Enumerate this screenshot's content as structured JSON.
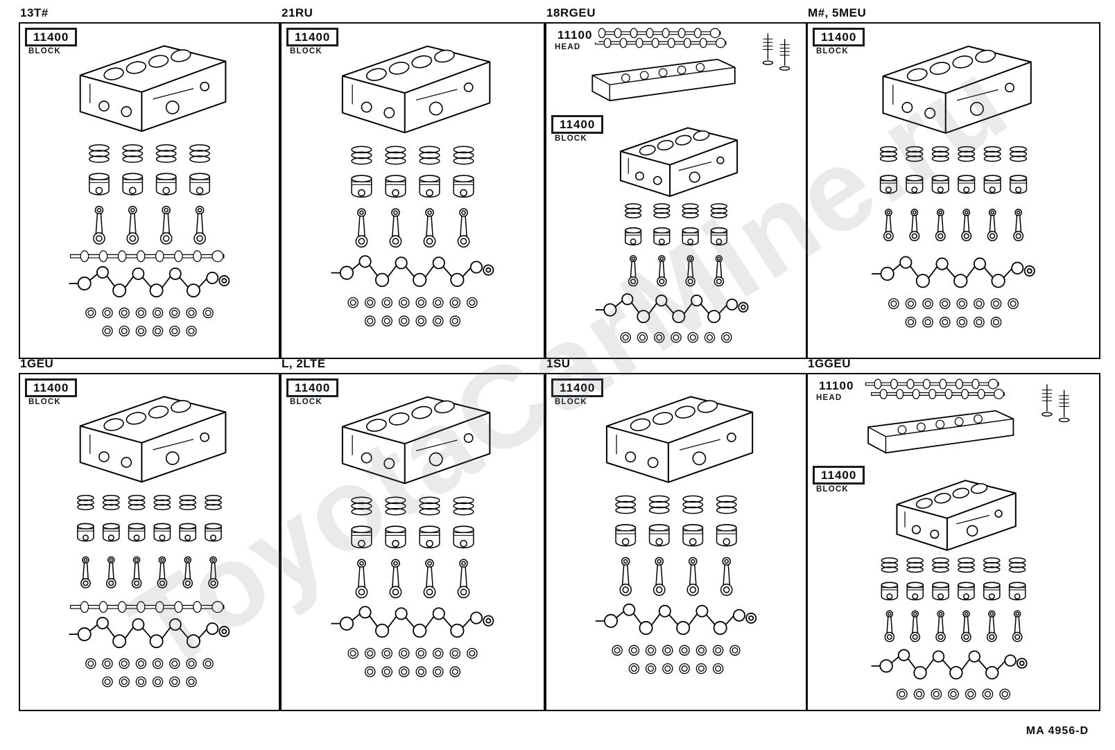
{
  "page": {
    "watermark": "ToyotaCarMine.ru",
    "footer_code": "MA 4956-D"
  },
  "panels": [
    {
      "variant": "13T#",
      "callouts": [
        {
          "number": "11400",
          "caption": "BLOCK",
          "boxed": true
        }
      ],
      "art": {
        "kit": "short-block",
        "cyl": 4,
        "cam": true,
        "head": false
      }
    },
    {
      "variant": "21RU",
      "callouts": [
        {
          "number": "11400",
          "caption": "BLOCK",
          "boxed": true
        }
      ],
      "art": {
        "kit": "short-block",
        "cyl": 4,
        "cam": false,
        "head": false
      }
    },
    {
      "variant": "18RGEU",
      "callouts": [
        {
          "number": "11100",
          "caption": "HEAD",
          "boxed": false
        },
        {
          "number": "11400",
          "caption": "BLOCK",
          "boxed": true
        }
      ],
      "art": {
        "kit": "head-and-short-block",
        "cyl": 4,
        "cam": false,
        "head": true
      }
    },
    {
      "variant": "M#, 5MEU",
      "callouts": [
        {
          "number": "11400",
          "caption": "BLOCK",
          "boxed": true
        }
      ],
      "art": {
        "kit": "short-block",
        "cyl": 6,
        "cam": false,
        "head": false
      }
    },
    {
      "variant": "1GEU",
      "callouts": [
        {
          "number": "11400",
          "caption": "BLOCK",
          "boxed": true
        }
      ],
      "art": {
        "kit": "short-block",
        "cyl": 6,
        "cam": true,
        "head": false
      }
    },
    {
      "variant": "L, 2LTE",
      "callouts": [
        {
          "number": "11400",
          "caption": "BLOCK",
          "boxed": true
        }
      ],
      "art": {
        "kit": "short-block",
        "cyl": 4,
        "cam": false,
        "head": false
      }
    },
    {
      "variant": "1SU",
      "callouts": [
        {
          "number": "11400",
          "caption": "BLOCK",
          "boxed": true
        }
      ],
      "art": {
        "kit": "short-block",
        "cyl": 4,
        "cam": false,
        "head": false
      }
    },
    {
      "variant": "1GGEU",
      "callouts": [
        {
          "number": "11100",
          "caption": "HEAD",
          "boxed": false
        },
        {
          "number": "11400",
          "caption": "BLOCK",
          "boxed": true
        }
      ],
      "art": {
        "kit": "head-and-short-block",
        "cyl": 6,
        "cam": false,
        "head": true
      }
    }
  ]
}
